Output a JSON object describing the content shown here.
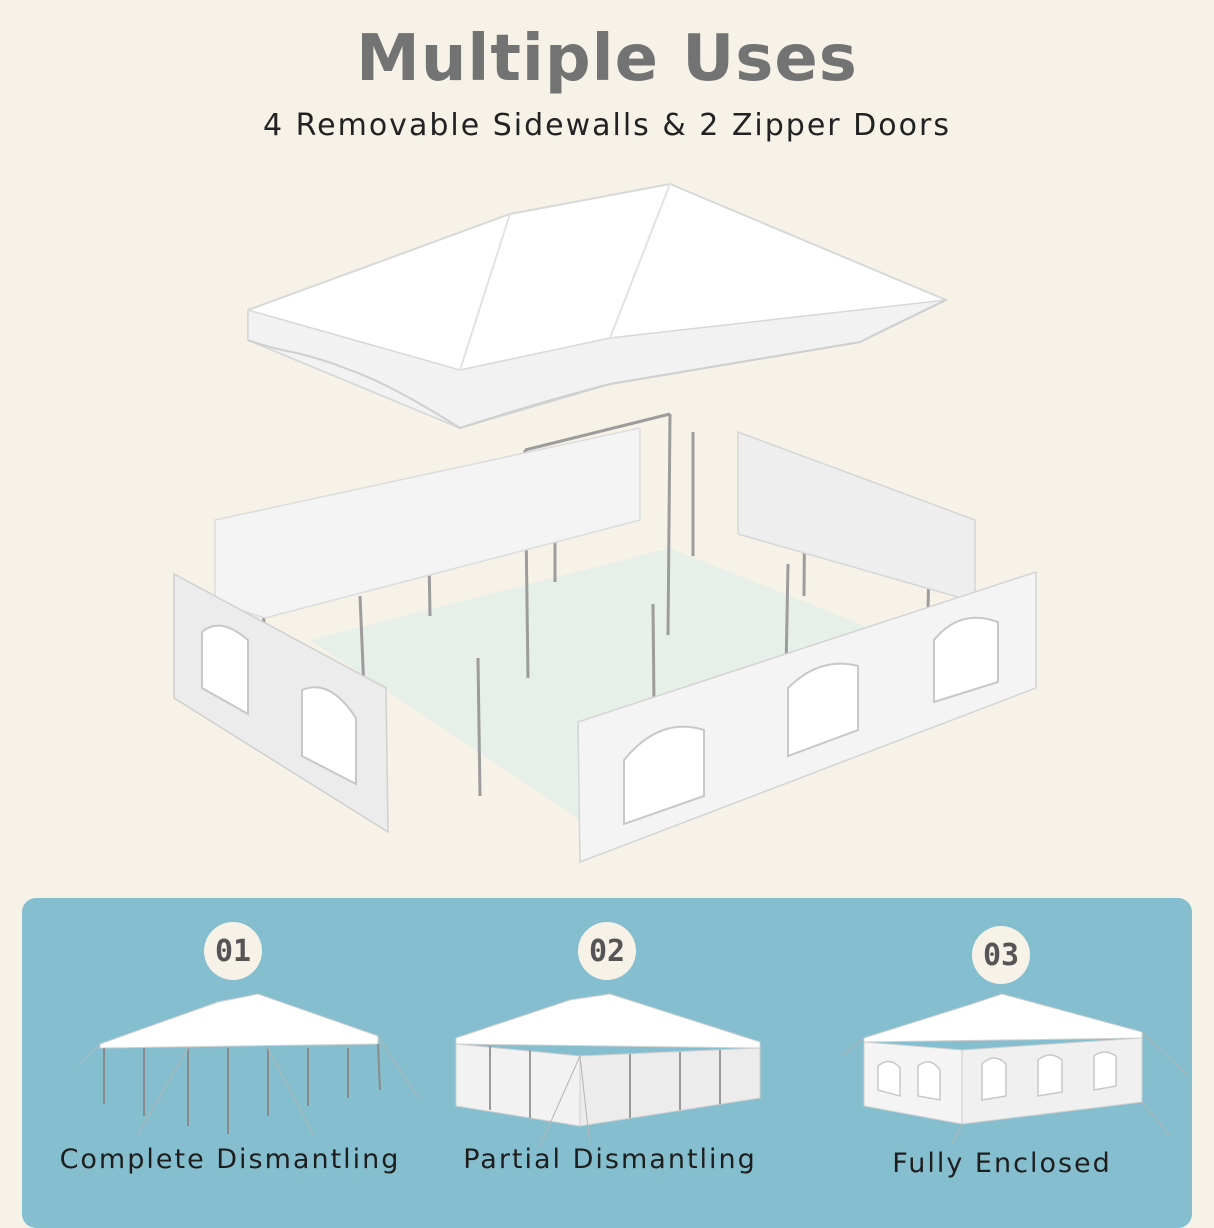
{
  "header": {
    "title": "Multiple Uses",
    "subtitle": "4 Removable Sidewalls & 2 Zipper Doors"
  },
  "options": [
    {
      "number": "01",
      "label": "Complete Dismantling"
    },
    {
      "number": "02",
      "label": "Partial Dismantling"
    },
    {
      "number": "03",
      "label": "Fully Enclosed"
    }
  ],
  "colors": {
    "background": "#f6f2e8",
    "panel": "#85bfcf",
    "title": "#737373"
  }
}
